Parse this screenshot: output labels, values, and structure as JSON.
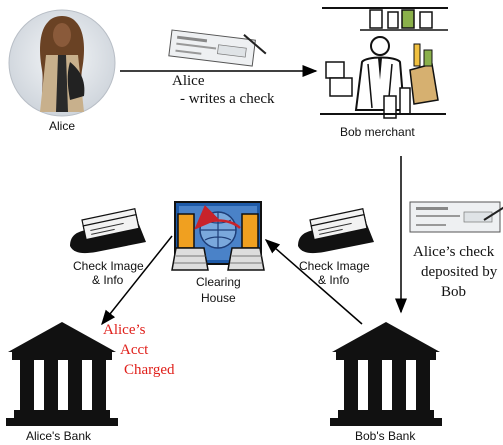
{
  "alice": {
    "name": "Alice"
  },
  "top_flow": {
    "line1": "Alice",
    "line2": "- writes a check"
  },
  "merchant": {
    "label": "Bob  merchant"
  },
  "deposit": {
    "line1": "Alice’s  check",
    "line2": "deposited  by",
    "line3": "Bob"
  },
  "clearing_house": {
    "line1": "Clearing",
    "line2": "House"
  },
  "left_check": {
    "line1": "Check Image",
    "line2": "& Info"
  },
  "right_check": {
    "line1": "Check Image",
    "line2": "& Info"
  },
  "alice_acct": {
    "line1": "Alice’s",
    "line2": "Acct",
    "line3": "Charged",
    "color": "#e0201b"
  },
  "alice_bank": {
    "label": "Alice's Bank"
  },
  "bob_bank": {
    "label": "Bob's Bank"
  },
  "colors": {
    "accent_red": "#e0201b",
    "clearing_blue": "#1e5aa8",
    "clearing_orange": "#f0a020"
  }
}
